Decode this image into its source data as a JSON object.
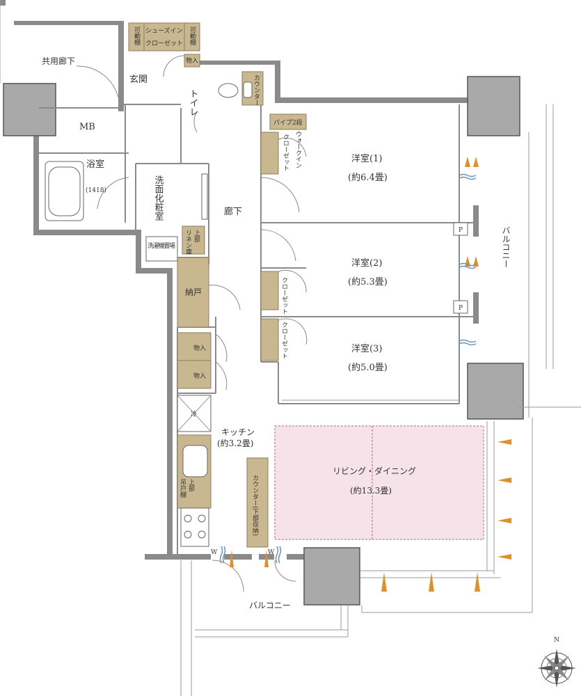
{
  "rooms": {
    "shared_corridor": "共用廊下",
    "entrance": "玄関",
    "mb": "MB",
    "toilet": "トイレ",
    "counter_toilet": "カウンター",
    "bath": "浴室",
    "bath_size": "(1418)",
    "washroom": "洗面化粧室",
    "laundry": "洗濯機置場",
    "linen": "リネン庫",
    "linen_upper": "上部",
    "hallway": "廊下",
    "nando": "納戸",
    "storage1": "物入",
    "storage2": "物入",
    "storage_entrance": "物入",
    "shoes_closet_line1": "シューズイン",
    "shoes_closet_line2": "クローゼット",
    "movable_shelf": "可動棚",
    "pipe": "パイプ2段",
    "walkin_line1": "ウォークイン",
    "walkin_line2": "クローゼット",
    "closet": "クローゼット",
    "western1_name": "洋室(1)",
    "western1_size": "(約6.4畳)",
    "western2_name": "洋室(2)",
    "western2_size": "(約5.3畳)",
    "western3_name": "洋室(3)",
    "western3_size": "(約5.0畳)",
    "kitchen_name": "キッチン",
    "kitchen_size": "(約3.2畳)",
    "fridge": "冷",
    "hanging_cabinet": "吊戸棚",
    "hanging_upper": "上部",
    "counter_kitchen": "カウンター(下部収納)",
    "living_name": "リビング・ダイニング",
    "living_size": "(約13.3畳)",
    "balcony_east": "バルコニー",
    "balcony_south": "バルコニー",
    "p_mark": "P",
    "w_mark": "W",
    "north": "N"
  },
  "colors": {
    "storage": "#c9b88f",
    "living_floor": "#f6e3ea",
    "wall": "#8a8a8a",
    "column": "#a9a9a9",
    "airflow_arrow": "#e0902a",
    "airflow_wave": "#6a93b8"
  }
}
